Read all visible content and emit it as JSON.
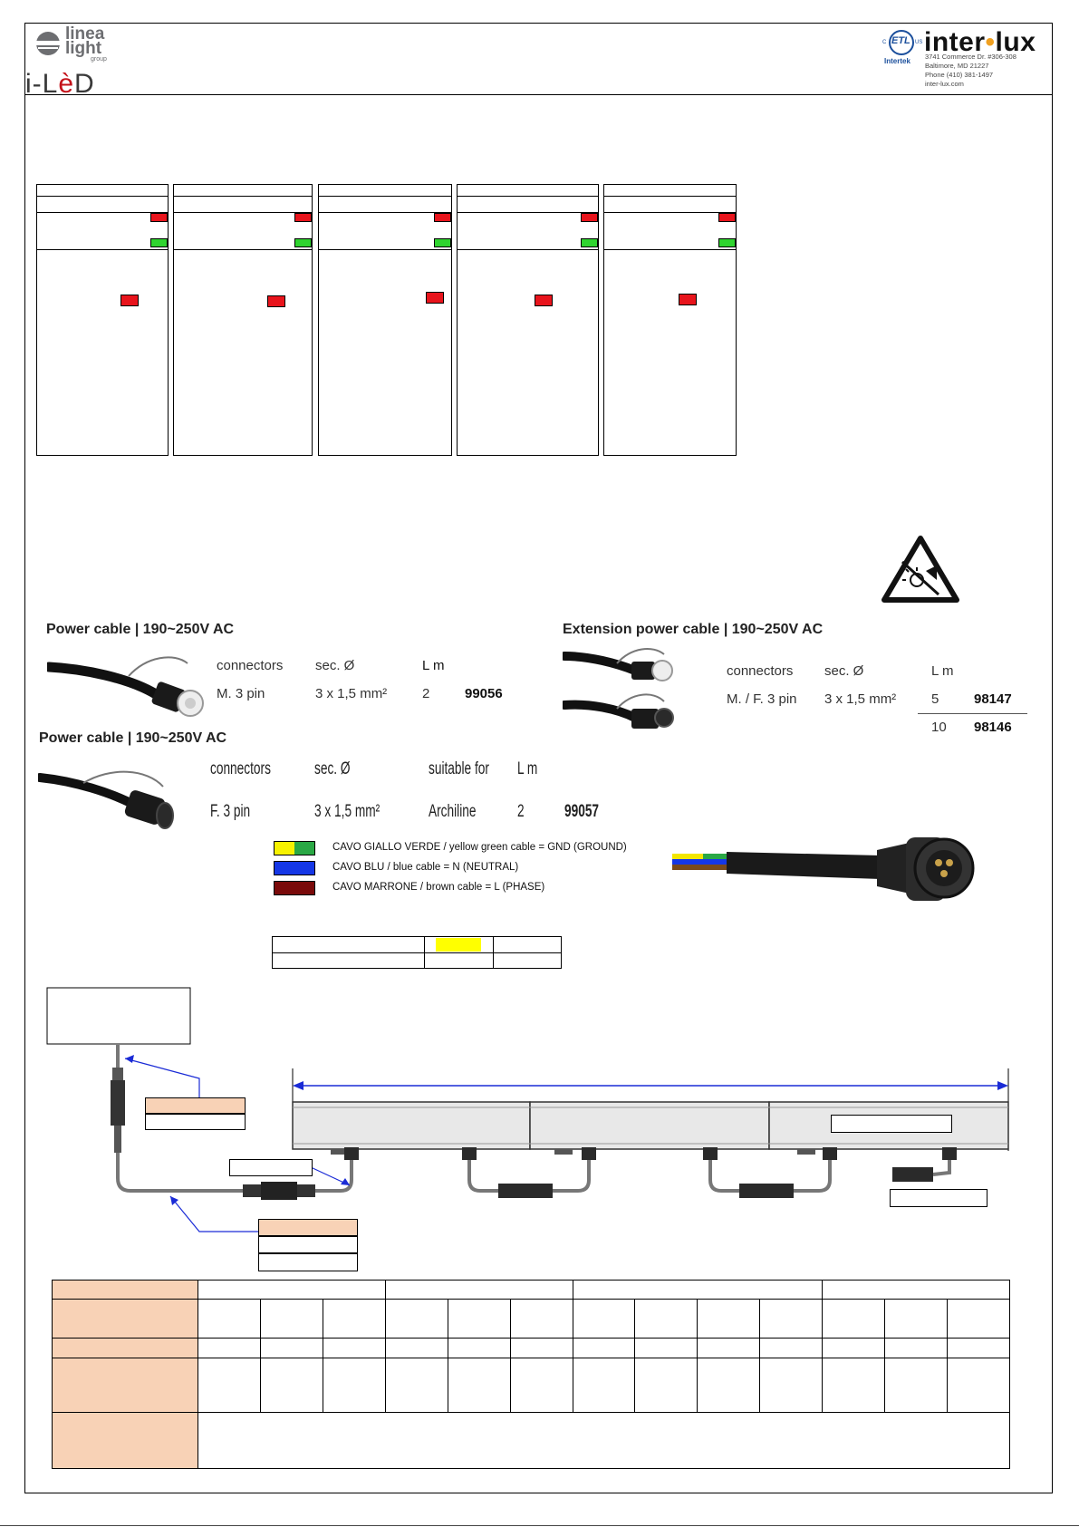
{
  "header": {
    "linea_logo": {
      "line1": "linea",
      "line2": "light",
      "line3": "group"
    },
    "iled_logo": {
      "prefix": "i-L",
      "accent": "è",
      "suffix": "D"
    },
    "etl_mark": {
      "mark": "ETL",
      "c": "C",
      "us": "US",
      "lab": "Intertek"
    },
    "interlux": {
      "name_left": "inter",
      "dot": "•",
      "name_right": "lux",
      "address": [
        "3741 Commerce Dr. #306-308",
        "Baltimore, MD 21227",
        "Phone (410) 381-1497",
        "inter-lux.com"
      ]
    }
  },
  "power_cable": {
    "title": "Power cable | 190~250V AC",
    "headers": [
      "connectors",
      "sec. Ø",
      "L m"
    ],
    "row": {
      "connectors": "M. 3 pin",
      "section": "3 x 1,5 mm²",
      "length": "2",
      "code": "99056"
    }
  },
  "extension_cable": {
    "title": "Extension power cable | 190~250V AC",
    "headers": [
      "connectors",
      "sec. Ø",
      "L m"
    ],
    "rows": [
      {
        "connectors": "M. / F. 3 pin",
        "section": "3 x 1,5 mm²",
        "length": "5",
        "code": "98147"
      },
      {
        "connectors": "",
        "section": "",
        "length": "10",
        "code": "98146"
      }
    ]
  },
  "power_cable_f": {
    "title": "Power cable | 190~250V AC",
    "headers": [
      "connectors",
      "sec. Ø",
      "suitable for",
      "L m"
    ],
    "row": {
      "connectors": "F. 3 pin",
      "section": "3 x 1,5 mm²",
      "suitable": "Archiline",
      "length": "2",
      "code": "99057"
    }
  },
  "wire_legend": [
    {
      "colors": [
        "#f7f200",
        "#2aa845"
      ],
      "text": "CAVO GIALLO VERDE / yellow green cable = GND (GROUND)"
    },
    {
      "colors": [
        "#1537e6"
      ],
      "text": "CAVO BLU / blue cable = N (NEUTRAL)"
    },
    {
      "colors": [
        "#7a0a0a"
      ],
      "text": "CAVO MARRONE / brown cable = L (PHASE)"
    }
  ],
  "colors": {
    "red": "#e8141c",
    "green": "#2fd42f",
    "peach": "#f8d2b6",
    "dimension_line": "#1a2bd6",
    "highlight_yellow": "#ffff00"
  },
  "icons": {
    "warning": "no-direct-view-warning-icon"
  }
}
